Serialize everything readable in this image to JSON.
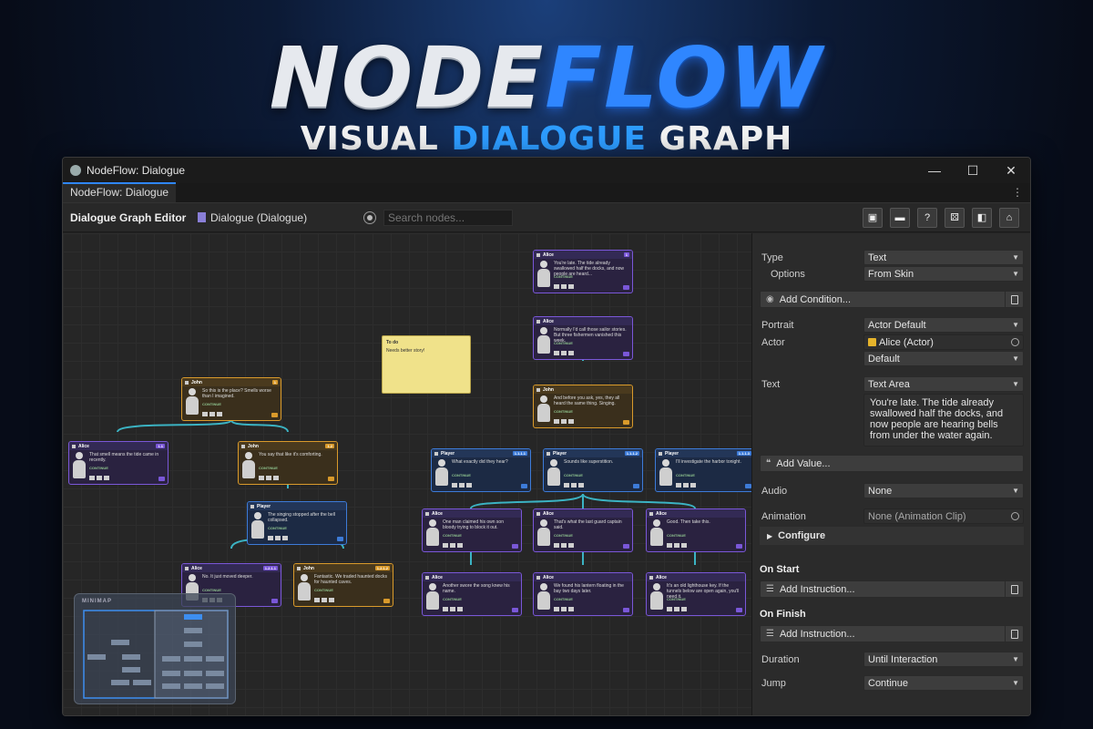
{
  "hero": {
    "logo_part1": "NODE",
    "logo_part2": "FLOW",
    "subtitle_part1": "VISUAL ",
    "subtitle_part2": "DIALOGUE",
    "subtitle_part3": " GRAPH"
  },
  "window": {
    "title": "NodeFlow: Dialogue",
    "tab": "NodeFlow: Dialogue",
    "controls": {
      "minimize": "—",
      "maximize": "☐",
      "close": "✕"
    },
    "tab_menu": "⋮"
  },
  "toolbar": {
    "title": "Dialogue Graph Editor",
    "asset": "Dialogue (Dialogue)",
    "search_placeholder": "Search nodes...",
    "tools": [
      "image-icon",
      "comment-icon",
      "help-icon",
      "dice-icon",
      "panel-icon",
      "home-icon"
    ],
    "tool_glyphs": [
      "▣",
      "▬",
      "?",
      "⚄",
      "◧",
      "⌂"
    ]
  },
  "graph": {
    "note": {
      "title": "To do",
      "body": "Needs better story!"
    },
    "minimap_label": "MINIMAP",
    "nodes": [
      {
        "type": "alice",
        "name": "Alice",
        "id": "1",
        "text": "You're late. The tide already swallowed half the docks, and now people are heard..."
      },
      {
        "type": "alice",
        "name": "Alice",
        "id": "",
        "text": "Normally I'd call those sailor stories. But three fishermen vanished this week."
      },
      {
        "type": "john",
        "name": "John",
        "id": "",
        "text": "And before you ask, yes, they all heard the same thing. Singing."
      },
      {
        "type": "player",
        "name": "Player",
        "id": "1.1.1.1",
        "text": "What exactly did they hear?"
      },
      {
        "type": "player",
        "name": "Player",
        "id": "1.1.1.2",
        "text": "Sounds like superstition."
      },
      {
        "type": "player",
        "name": "Player",
        "id": "1.1.1.3",
        "text": "I'll investigate the harbor tonight."
      },
      {
        "type": "alice",
        "name": "Alice",
        "id": "",
        "text": "One man claimed his own son bloody trying to block it out."
      },
      {
        "type": "alice",
        "name": "Alice",
        "id": "",
        "text": "That's what the last guard captain said."
      },
      {
        "type": "alice",
        "name": "Alice",
        "id": "",
        "text": "Good. Then take this."
      },
      {
        "type": "alice",
        "name": "Alice",
        "id": "",
        "text": "Another swore the song knew his name."
      },
      {
        "type": "alice",
        "name": "Alice",
        "id": "",
        "text": "We found his lantern floating in the bay two days later."
      },
      {
        "type": "alice",
        "name": "Alice",
        "id": "",
        "text": "It's an old lighthouse key. If the tunnels below are open again, you'll need it."
      },
      {
        "type": "john",
        "name": "John",
        "id": "1",
        "text": "So this is the place? Smells worse than I imagined."
      },
      {
        "type": "alice",
        "name": "Alice",
        "id": "1.1",
        "text": "That smell means the tide came in recently."
      },
      {
        "type": "john",
        "name": "John",
        "id": "1.2",
        "text": "You say that like it's comforting."
      },
      {
        "type": "player",
        "name": "Player",
        "id": "",
        "text": "The singing stopped after the bell collapsed."
      },
      {
        "type": "alice",
        "name": "Alice",
        "id": "1.2.1.1",
        "text": "No. It just moved deeper."
      },
      {
        "type": "john",
        "name": "John",
        "id": "1.2.1.2",
        "text": "Fantastic. We traded haunted docks for haunted caves."
      }
    ],
    "continue_label": "CONTINUE"
  },
  "inspector": {
    "type": {
      "label": "Type",
      "value": "Text"
    },
    "options": {
      "label": "Options",
      "value": "From Skin"
    },
    "add_condition": "Add Condition...",
    "portrait": {
      "label": "Portrait",
      "value": "Actor Default"
    },
    "actor": {
      "label": "Actor",
      "value": "Alice (Actor)",
      "sub": "Default"
    },
    "text": {
      "label": "Text",
      "value": "Text Area",
      "body": "You're late. The tide already swallowed half the docks, and now people are hearing bells from under the water again."
    },
    "add_value": "Add Value...",
    "audio": {
      "label": "Audio",
      "value": "None"
    },
    "animation": {
      "label": "Animation",
      "value": "None (Animation Clip)"
    },
    "configure": "Configure",
    "on_start": "On Start",
    "add_instruction_1": "Add Instruction...",
    "on_finish": "On Finish",
    "add_instruction_2": "Add Instruction...",
    "duration": {
      "label": "Duration",
      "value": "Until Interaction"
    },
    "jump": {
      "label": "Jump",
      "value": "Continue"
    }
  },
  "colors": {
    "accent": "#2f86ff",
    "alice": "#7a57d8",
    "john": "#d99a2b",
    "player": "#3d7bd8",
    "wire": "#3bb3c3"
  }
}
